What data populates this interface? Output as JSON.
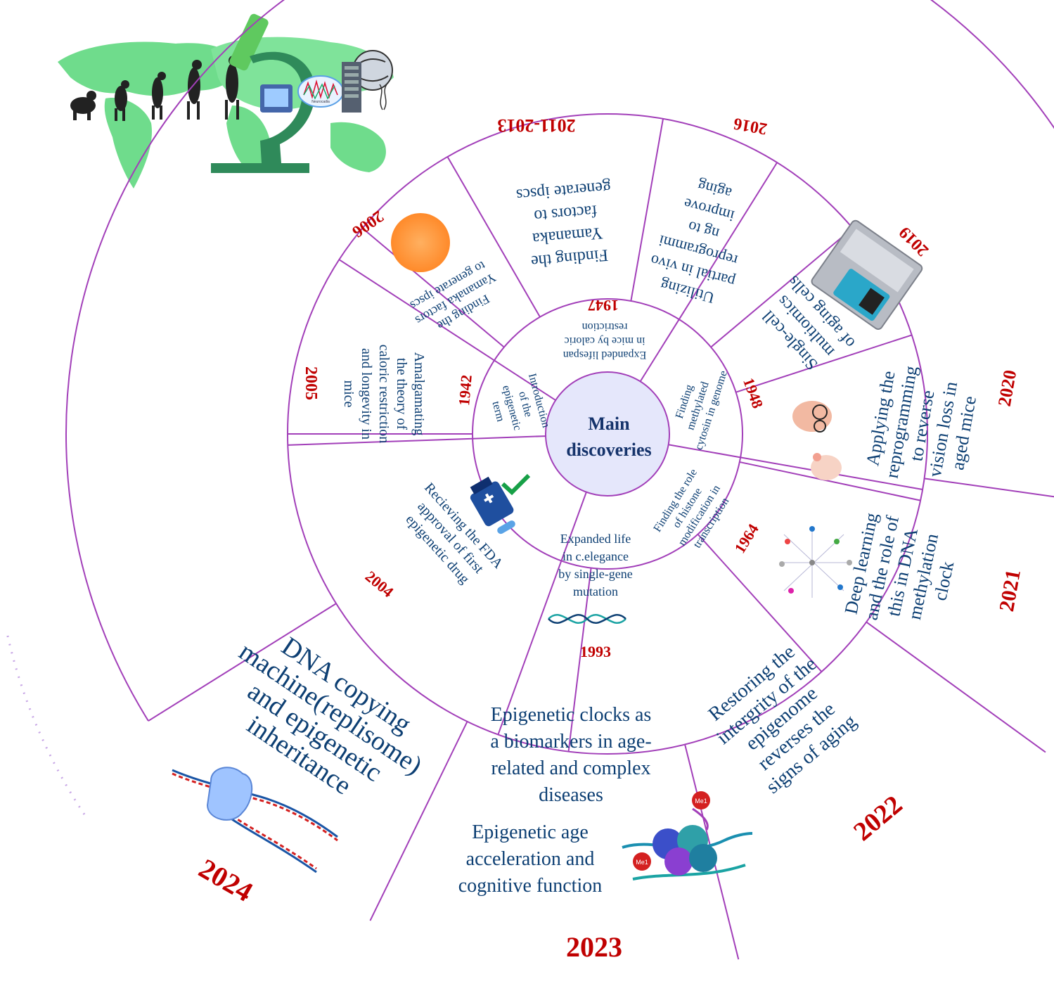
{
  "center": {
    "line1": "Main",
    "line2": "discoveries"
  },
  "inner_ring": [
    {
      "year": "1947",
      "lines": [
        "Expanded lifespan",
        "in mice by caloric",
        "restriction"
      ]
    },
    {
      "year": "1948",
      "lines": [
        "Finding",
        "methylated",
        "cytosin in genome"
      ]
    },
    {
      "year": "1964",
      "lines": [
        "Finding the role",
        "of histone",
        "modification in",
        "transcription"
      ]
    },
    {
      "year": "1993",
      "lines": [
        "Expanded life",
        "in c.elegance",
        "by single-gene",
        "mutation"
      ]
    },
    {
      "year": "1942",
      "lines": [
        "Introduction",
        "of the",
        "epigenetic",
        "term"
      ]
    }
  ],
  "middle_ring": [
    {
      "year": "2006",
      "lines": [
        "Finding the",
        "Yamanaka factors",
        "to generate ipscs"
      ]
    },
    {
      "year": "2011-2013",
      "lines": [
        "Finding the",
        "Yamanaka",
        "factors to",
        "generate ipscs"
      ]
    },
    {
      "year": "2016",
      "lines": [
        "Utilizing",
        "partial in vivo",
        "reprogrammi",
        "ng to",
        "improve",
        "aging"
      ]
    },
    {
      "year": "2019",
      "lines": [
        "Single-cell",
        "multiomics",
        "of aging cells"
      ]
    },
    {
      "year": "2020",
      "lines": [
        "Applying the",
        "reprogramming",
        "to reverse",
        "vision loss in",
        "aged mice"
      ]
    },
    {
      "year": "2021",
      "lines": [
        "Deep learning",
        "and the role of",
        "this in DNA",
        "methylation",
        "clock"
      ]
    },
    {
      "year": "2004",
      "lines": [
        "Recieving the FDA",
        "approval of first",
        "epigenetic drug"
      ]
    },
    {
      "year": "2005",
      "lines": [
        "Amalgamating",
        "the theory of",
        "caloric restriction",
        "and longevity in",
        "mice"
      ]
    }
  ],
  "outer_ring": [
    {
      "year": "2022",
      "lines": [
        "Restoring the",
        "intergrity of the",
        "epigenome",
        "reverses the",
        "signs of aging"
      ]
    },
    {
      "year": "2023",
      "lines": [
        "Epigenetic clocks as",
        "a biomarkers in age-",
        "related and complex",
        "diseases"
      ],
      "lines2": [
        "Epigenetic age",
        "acceleration and",
        "cognitive function"
      ]
    },
    {
      "year": "2024",
      "lines": [
        "DNA copying",
        "machine(replisome)",
        "and epigenetic",
        "inheritance"
      ]
    }
  ],
  "icons": {
    "microscope_label": "Neurocadia",
    "methyl_label": "Me1"
  },
  "colors": {
    "ring": "#a23fb9",
    "year": "#c00000",
    "text": "#0d3f73",
    "center_fill": "#e5e7fb",
    "map": "#6fdc8c"
  }
}
